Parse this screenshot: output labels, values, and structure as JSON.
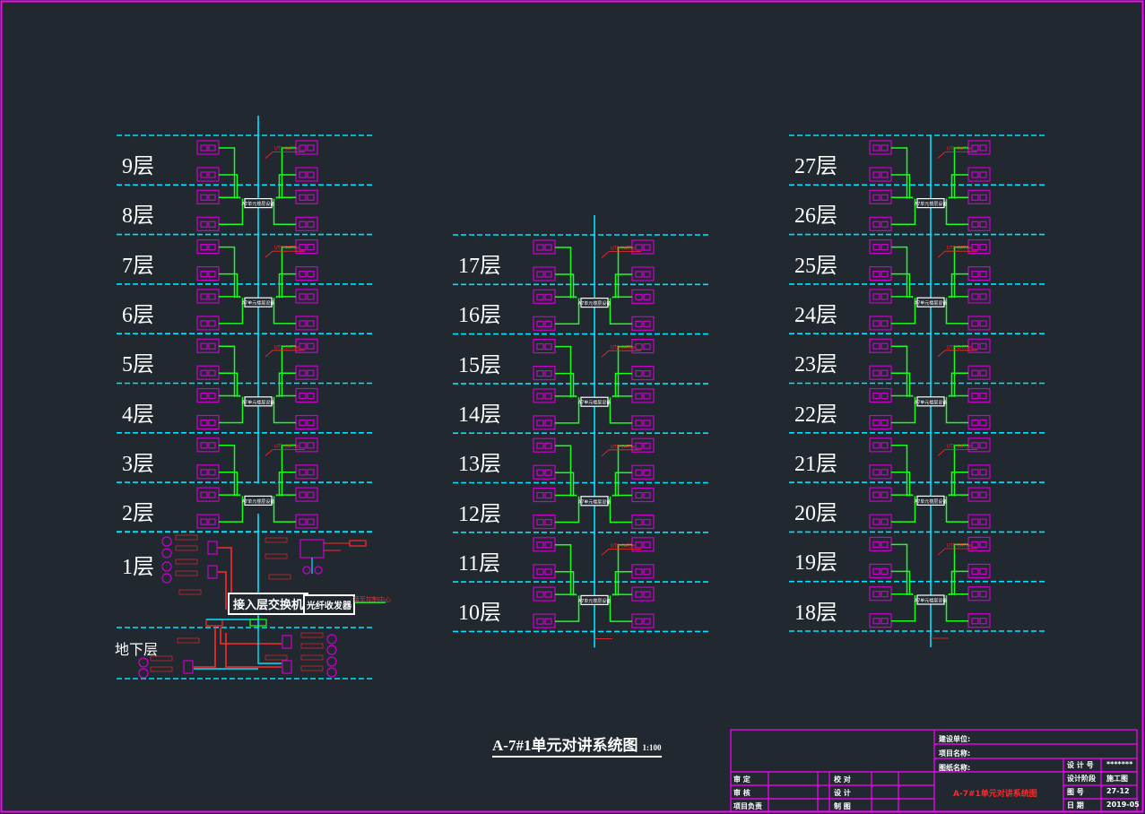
{
  "colors": {
    "background": "#212830",
    "frame": "#ff00ff",
    "floor_line": "#00e5ff",
    "riser": "#00e5ff",
    "cable": "#1aff1a",
    "terminal": "#cc00cc",
    "annotation": "#ff2a2a",
    "text": "#ffffff"
  },
  "columns": [
    {
      "floors": [
        "9层",
        "8层",
        "7层",
        "6层",
        "5层",
        "4层",
        "3层",
        "2层"
      ],
      "tag": "A7单元楼层设备"
    },
    {
      "floors": [
        "17层",
        "16层",
        "15层",
        "14层",
        "13层",
        "12层",
        "11层",
        "10层"
      ],
      "tag": "A7单元楼层设备"
    },
    {
      "floors": [
        "27层",
        "26层",
        "25层",
        "24层",
        "23层",
        "22层",
        "21层",
        "20层",
        "19层",
        "18层"
      ],
      "tag": "A7单元楼层设备"
    }
  ],
  "ground": {
    "floor_1": "1层",
    "basement": "地下层",
    "switch_label": "接入层交换机",
    "server_label": "光纤收发器",
    "outgoing_note": "接至控制中心"
  },
  "icons": {
    "terminal": "indoor-monitor-icon",
    "camera": "camera-icon",
    "door_station": "door-station-icon"
  },
  "drawing_title": {
    "text": "A-7#1单元对讲系统图",
    "scale": "1:100"
  },
  "title_block": {
    "build_unit_label": "建设单位:",
    "project_label": "项目名称:",
    "drawing_name_label": "图纸名称:",
    "drawing_name": "A-7#1单元对讲系统图",
    "left_rows": [
      [
        "审 定",
        "",
        "校 对",
        ""
      ],
      [
        "审 核",
        "",
        "设 计",
        ""
      ],
      [
        "项目负责",
        "",
        "制 图",
        ""
      ]
    ],
    "right_rows": [
      [
        "设 计 号",
        "*******"
      ],
      [
        "设计阶段",
        "施工图"
      ],
      [
        "图 号",
        "27-12"
      ],
      [
        "日 期",
        "2019-05"
      ]
    ]
  }
}
